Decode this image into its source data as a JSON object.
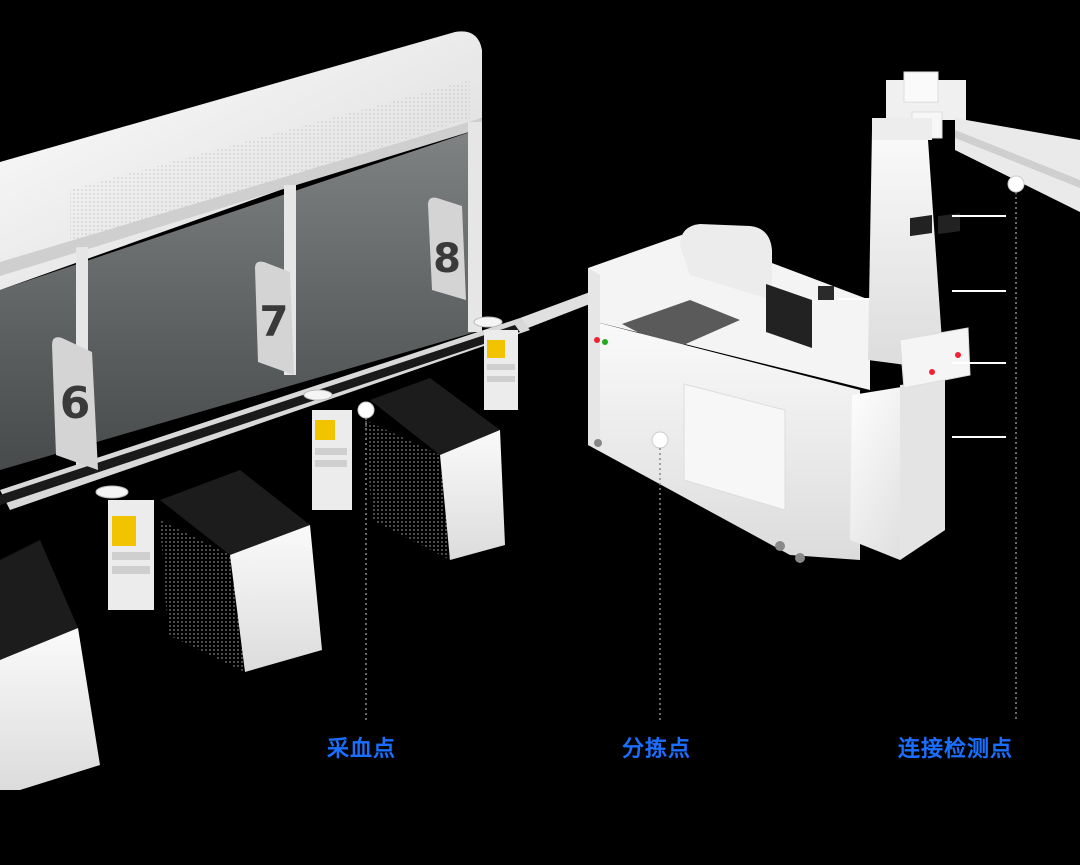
{
  "labels": {
    "blood_collection_point": "采血点",
    "sorting_point": "分拣点",
    "connection_testing_point": "连接检测点"
  },
  "booths": {
    "numbers": [
      "6",
      "7",
      "8"
    ]
  },
  "colors": {
    "background": "#000000",
    "label_blue": "#1a6fff",
    "machine_white": "#f2f2f2",
    "counter_black": "#1a1a1a",
    "accent_yellow": "#f2c400"
  }
}
